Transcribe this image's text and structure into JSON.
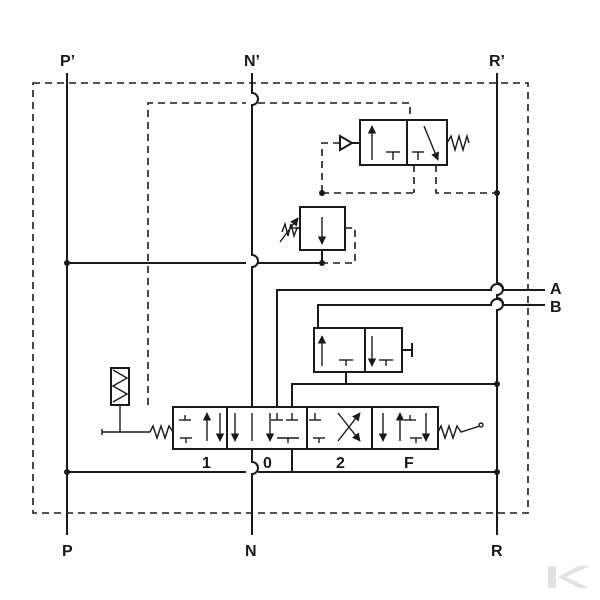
{
  "ports": {
    "p_prime": "P’",
    "n_prime": "N’",
    "r_prime": "R’",
    "a": "A",
    "b": "B",
    "p": "P",
    "n": "N",
    "r": "R"
  },
  "spool_positions": [
    "1",
    "0",
    "2",
    "F"
  ],
  "colors": {
    "ink": "#1a1a1a",
    "watermark": "#e2e2e2"
  },
  "watermark_icon": "brand-logo-icon"
}
